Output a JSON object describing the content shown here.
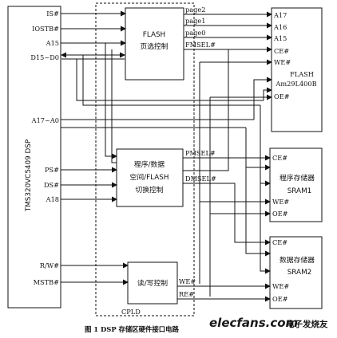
{
  "dsp": {
    "label": "TMS320VC5409 DSP"
  },
  "signals_left": {
    "is": "IS#",
    "iostb": "IOSTB#",
    "a15": "A15",
    "d": "D15~D0",
    "a17a0": "A17~A0",
    "ps": "PS#",
    "ds": "DS#",
    "a18": "A18",
    "rw": "R/W#",
    "mstb": "MSTB#"
  },
  "cpld": {
    "label": "CPLD"
  },
  "flash_ctrl": {
    "line1": "FLASH",
    "line2": "页选控制",
    "page2": "page2",
    "page1": "page1",
    "page0": "page0",
    "fmsel": "FMSEL#"
  },
  "switch_ctrl": {
    "line1": "程序/数据",
    "line2": "空间/FLASH",
    "line3": "切换控制",
    "pmsel": "PMSEL#",
    "dmsel": "DMSEL#"
  },
  "rw_ctrl": {
    "label": "读/写控制",
    "we": "WE#",
    "re": "RE#"
  },
  "flash_chip": {
    "a17": "A17",
    "a16": "A16",
    "a15": "A15",
    "ce": "CE#",
    "we": "WE#",
    "line1": "FLASH",
    "line2": "Am29L400B",
    "oe": "OE#"
  },
  "sram1": {
    "ce": "CE#",
    "line1": "程序存储器",
    "line2": "SRAM1",
    "we": "WE#",
    "oe": "OE#"
  },
  "sram2": {
    "ce": "CE#",
    "line1": "数据存储器",
    "line2": "SRAM2",
    "we": "WE#",
    "oe": "OE#"
  },
  "caption": "图 1  DSP 存储区硬件接口电路",
  "watermark": {
    "brand": "elecfans.com",
    "cn": "电子发烧友"
  }
}
